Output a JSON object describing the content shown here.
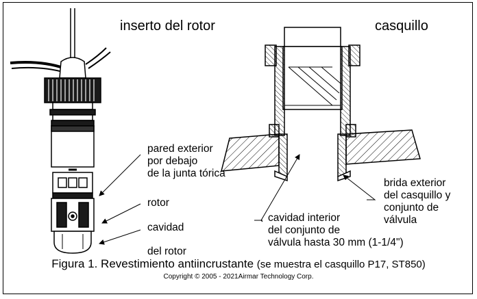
{
  "titles": {
    "rotor_insert": "inserto del rotor",
    "housing": "casquillo"
  },
  "labels": {
    "outer_wall": [
      "pared exterior",
      "por debajo",
      "de la junta tórica"
    ],
    "rotor": "rotor",
    "rotor_cavity": [
      "cavidad",
      "del rotor"
    ],
    "outer_flange": [
      "brida exterior",
      "del casquillo y",
      "conjunto de",
      "válvula"
    ],
    "inner_cavity": [
      "cavidad interior",
      "del conjunto de",
      "válvula hasta 30 mm (1-1/4\")"
    ]
  },
  "caption": {
    "main": "Figura 1. Revestimiento antiincrustante",
    "note": "(se muestra el casquillo P17, ST850)",
    "copyright": "Copyright © 2005 - 2021Airmar Technology Corp."
  }
}
